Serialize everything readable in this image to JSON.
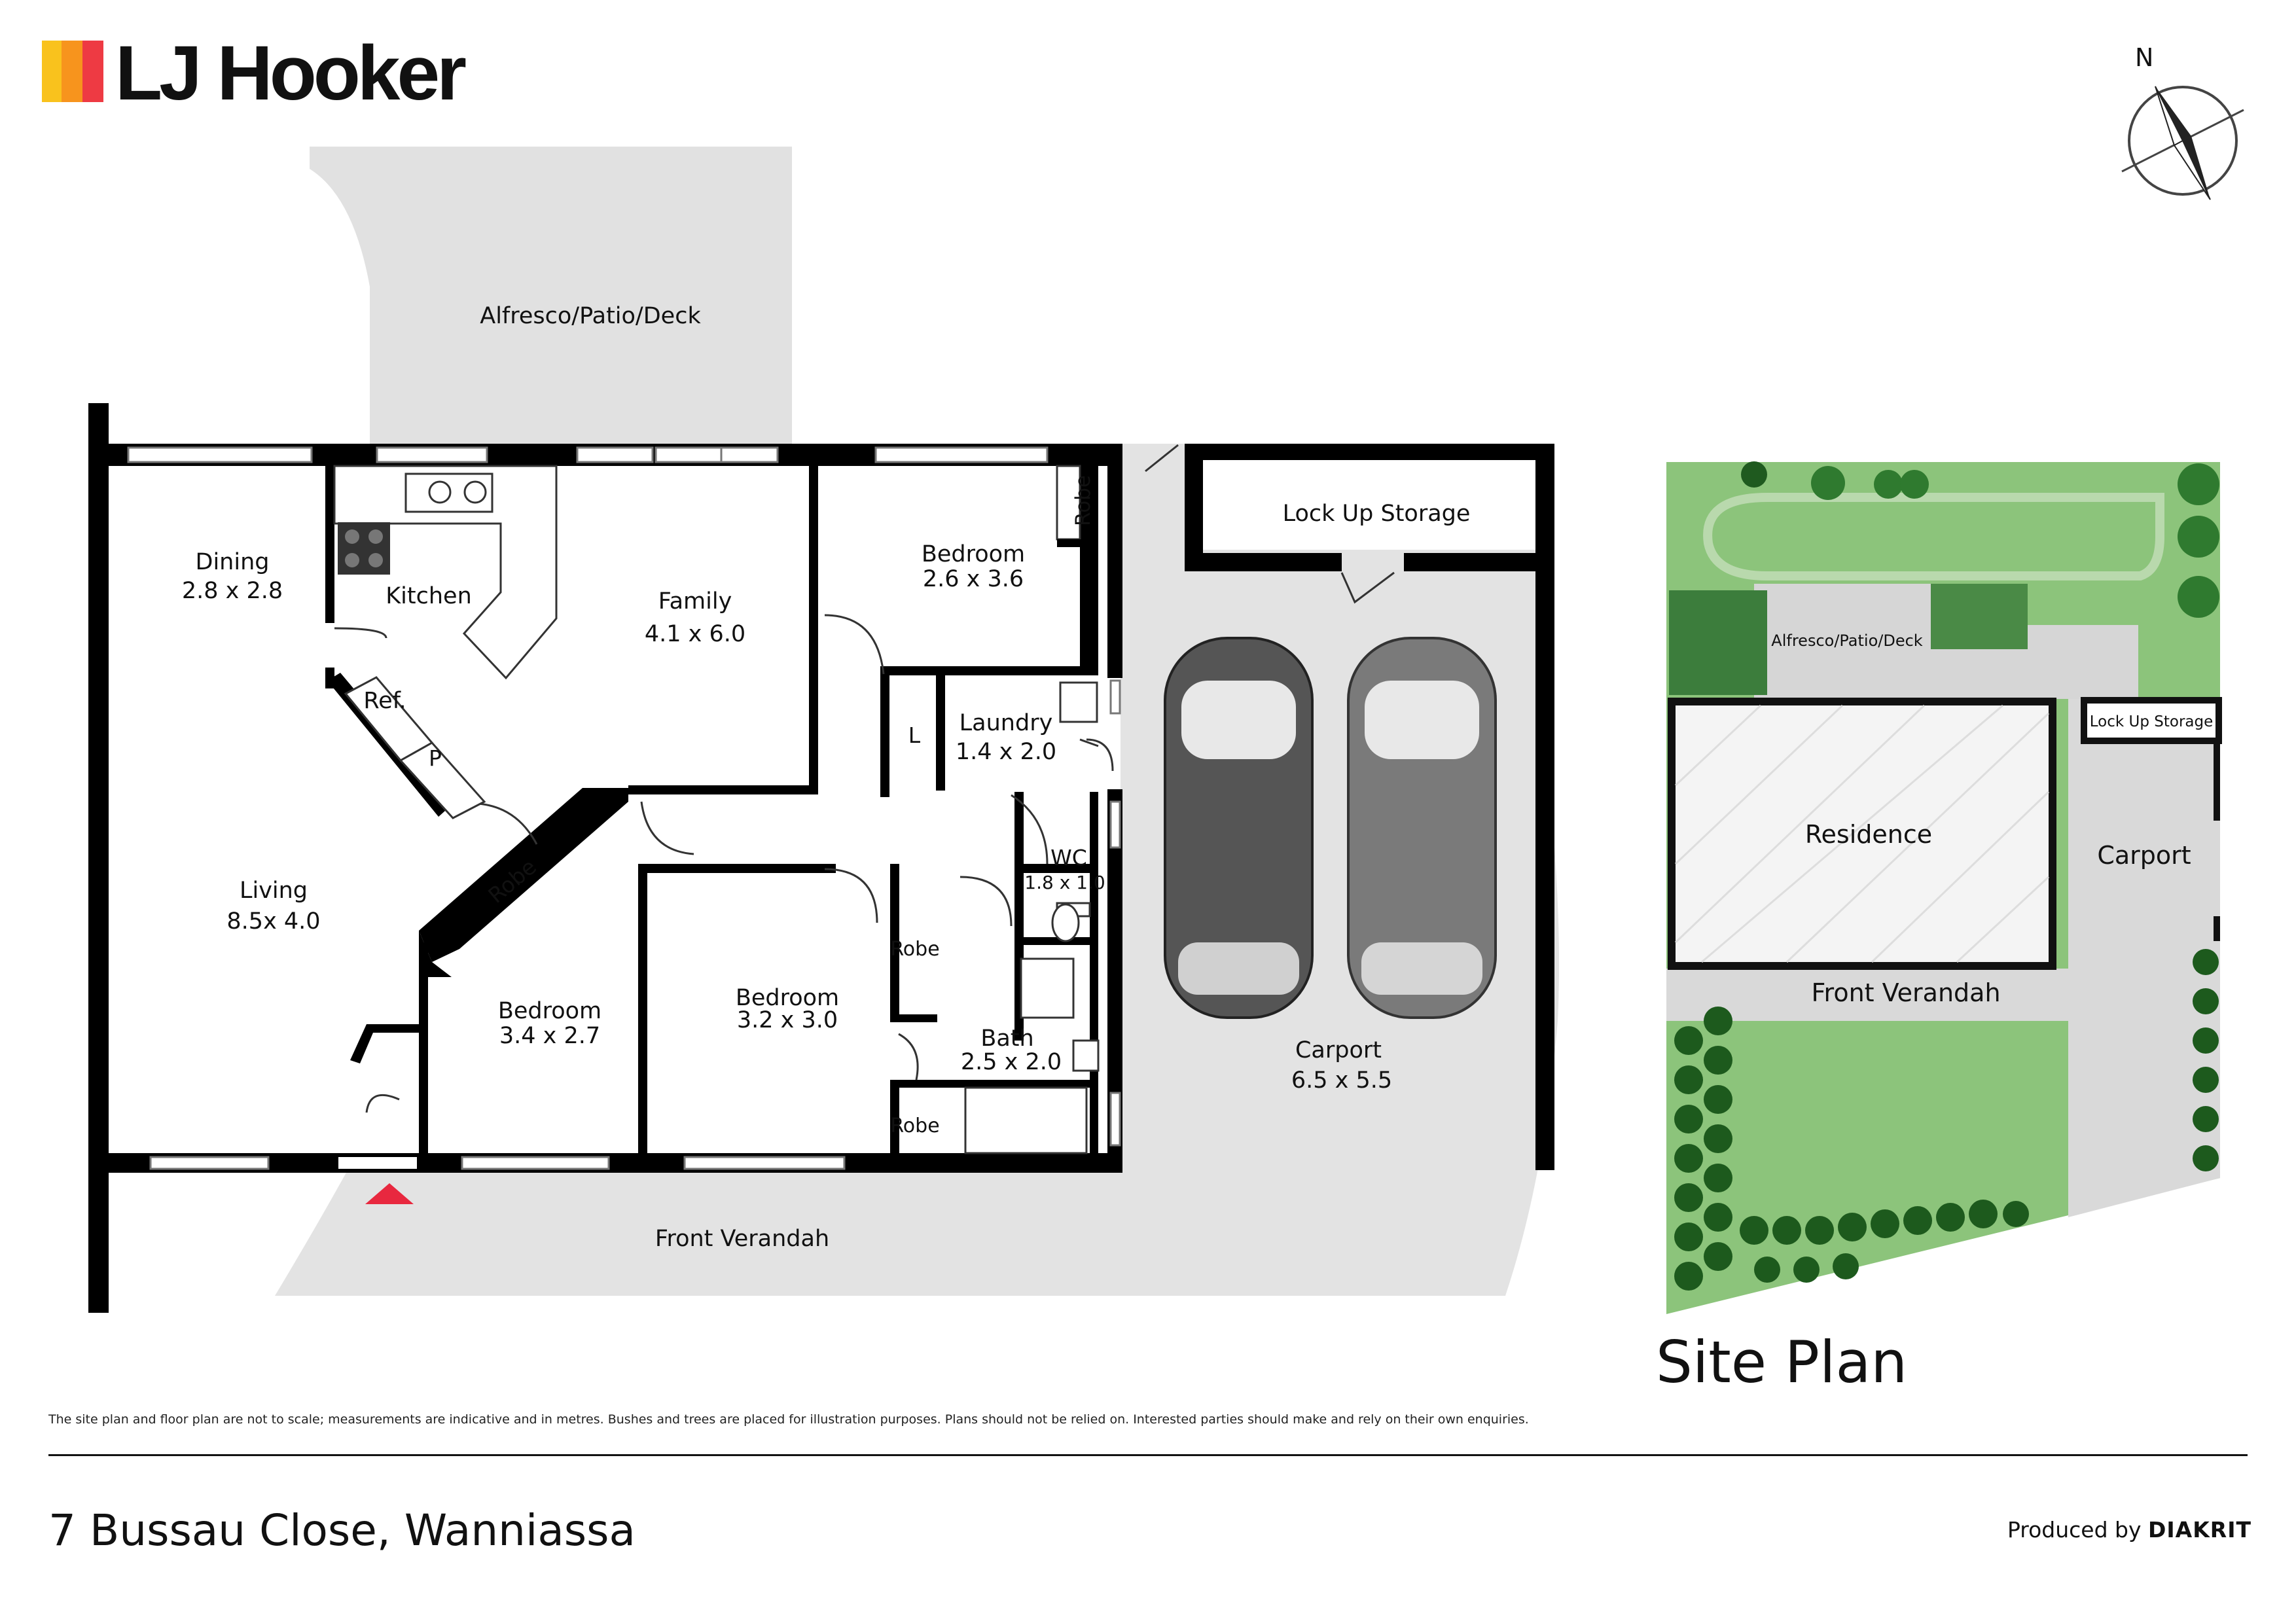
{
  "brand": {
    "name": "LJ Hooker",
    "colors": [
      "#f9c21d",
      "#f7941d",
      "#ee3a43"
    ]
  },
  "compass": {
    "label": "N"
  },
  "floor_plan": {
    "alfresco": "Alfresco/Patio/Deck",
    "dining": {
      "name": "Dining",
      "size": "2.8 x 2.8"
    },
    "kitchen": "Kitchen",
    "family": {
      "name": "Family",
      "size": "4.1 x 6.0"
    },
    "bedroom_1": {
      "name": "Bedroom",
      "size": "2.6 x 3.6"
    },
    "robe_1": "Robe",
    "lock_up_storage": "Lock Up Storage",
    "ref": "Ref.",
    "pantry": "P",
    "linen": "L",
    "laundry": {
      "name": "Laundry",
      "size": "1.4 x 2.0"
    },
    "wc": {
      "name": "WC",
      "size": "1.8 x 1.0"
    },
    "living": {
      "name": "Living",
      "size": "8.5x 4.0"
    },
    "robe_2": "Robe",
    "robe_3": "Robe",
    "robe_4": "Robe",
    "bedroom_2": {
      "name": "Bedroom",
      "size": "3.4 x 2.7"
    },
    "bedroom_3": {
      "name": "Bedroom",
      "size": "3.2 x 3.0"
    },
    "bath": {
      "name": "Bath",
      "size": "2.5 x 2.0"
    },
    "carport": {
      "name": "Carport",
      "size": "6.5 x 5.5"
    },
    "front_verandah": "Front Verandah"
  },
  "site_plan": {
    "title": "Site Plan",
    "alfresco": "Alfresco/Patio/Deck",
    "lock_up_storage": "Lock Up Storage",
    "residence": "Residence",
    "carport": "Carport",
    "front_verandah": "Front Verandah"
  },
  "disclaimer": "The site plan and floor plan are not to scale; measurements are indicative and in metres. Bushes and trees are placed for illustration purposes. Plans should not be relied on. Interested parties should make and rely on their own enquiries.",
  "address": "7 Bussau Close, Wanniassa",
  "produced_by": {
    "prefix": "Produced by",
    "brand": "DIAKRIT"
  }
}
